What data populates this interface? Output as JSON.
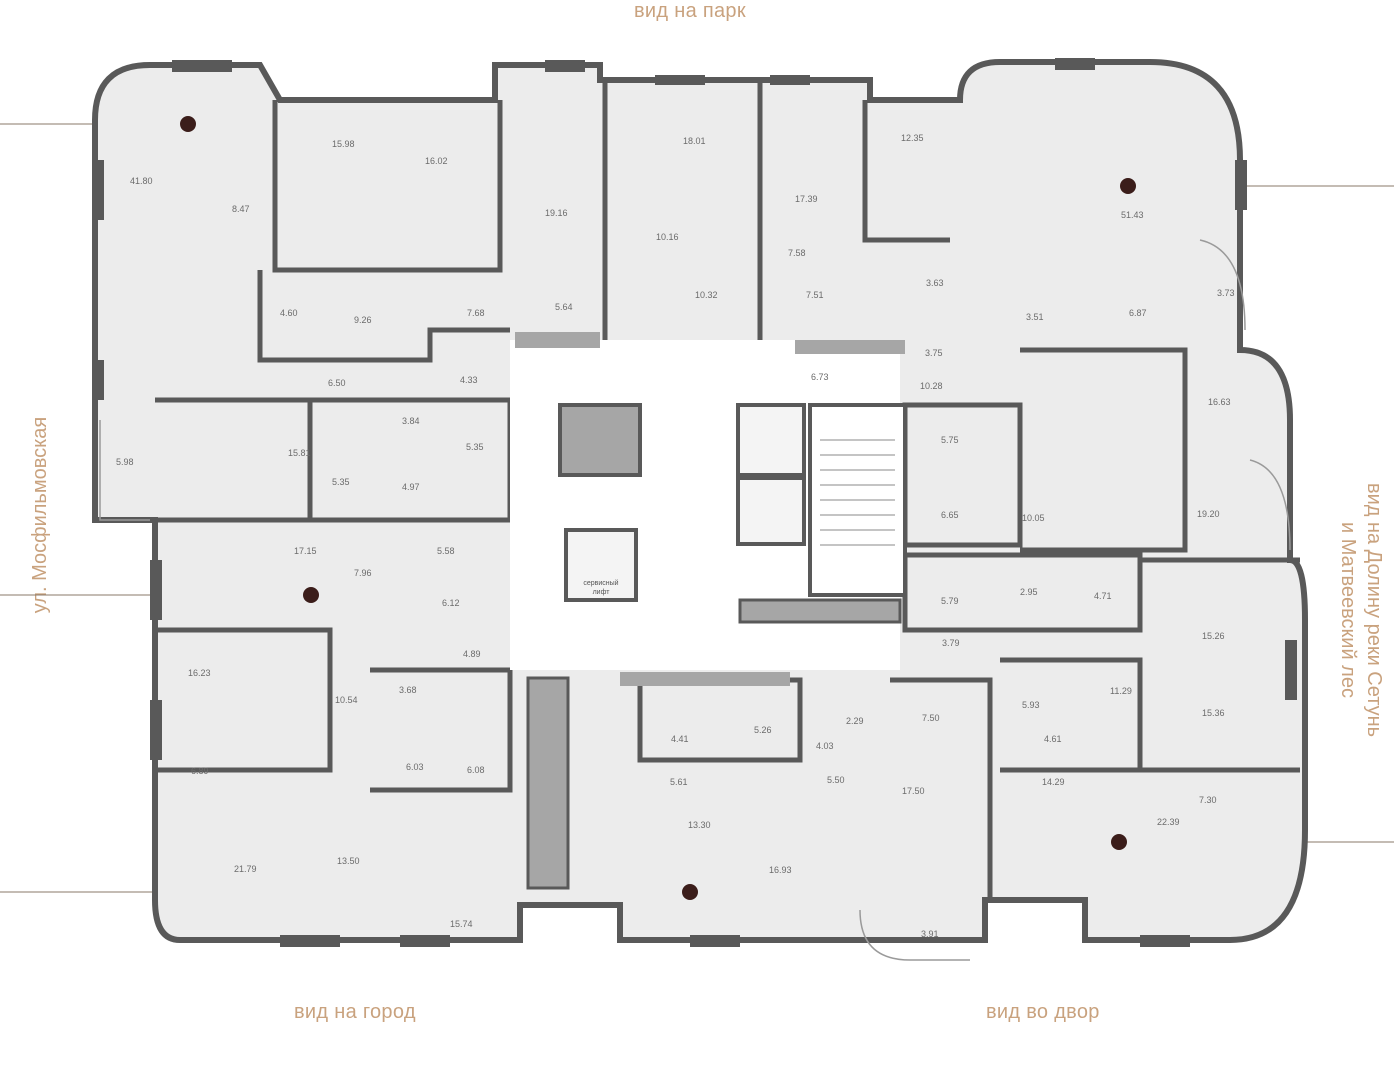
{
  "views": {
    "top": "вид на парк",
    "bottom_left": "вид на город",
    "bottom_right": "вид во двор",
    "left": "ул. Мосфильмовская",
    "right_line1": "вид на Долину реки Сетунь",
    "right_line2": "и Матвеевский лес"
  },
  "service_lift": {
    "line1": "сервисный",
    "line2": "лифт"
  },
  "colors": {
    "wall": "#595959",
    "room": "#ececec",
    "marker": "#3b1d1a",
    "accent": "#c9a27e"
  },
  "areas": [
    "41.80",
    "8.47",
    "15.98",
    "16.02",
    "19.16",
    "18.01",
    "17.39",
    "12.35",
    "51.43",
    "4.60",
    "9.26",
    "7.68",
    "10.16",
    "5.64",
    "10.32",
    "7.58",
    "7.51",
    "3.63",
    "3.75",
    "6.87",
    "3.51",
    "3.73",
    "6.50",
    "4.33",
    "6.73",
    "10.28",
    "3.84",
    "5.35",
    "15.81",
    "5.35",
    "4.97",
    "5.75",
    "16.63",
    "5.98",
    "10.05",
    "6.65",
    "19.20",
    "17.15",
    "7.96",
    "5.58",
    "6.12",
    "5.79",
    "2.95",
    "4.71",
    "15.26",
    "4.89",
    "3.79",
    "16.23",
    "10.54",
    "3.68",
    "11.29",
    "15.36",
    "6.03",
    "6.08",
    "4.41",
    "5.26",
    "2.29",
    "4.03",
    "7.50",
    "5.93",
    "4.61",
    "6.89",
    "5.61",
    "5.50",
    "17.50",
    "14.29",
    "7.30",
    "21.79",
    "13.30",
    "16.93",
    "22.39",
    "13.50",
    "15.74",
    "3.91"
  ]
}
